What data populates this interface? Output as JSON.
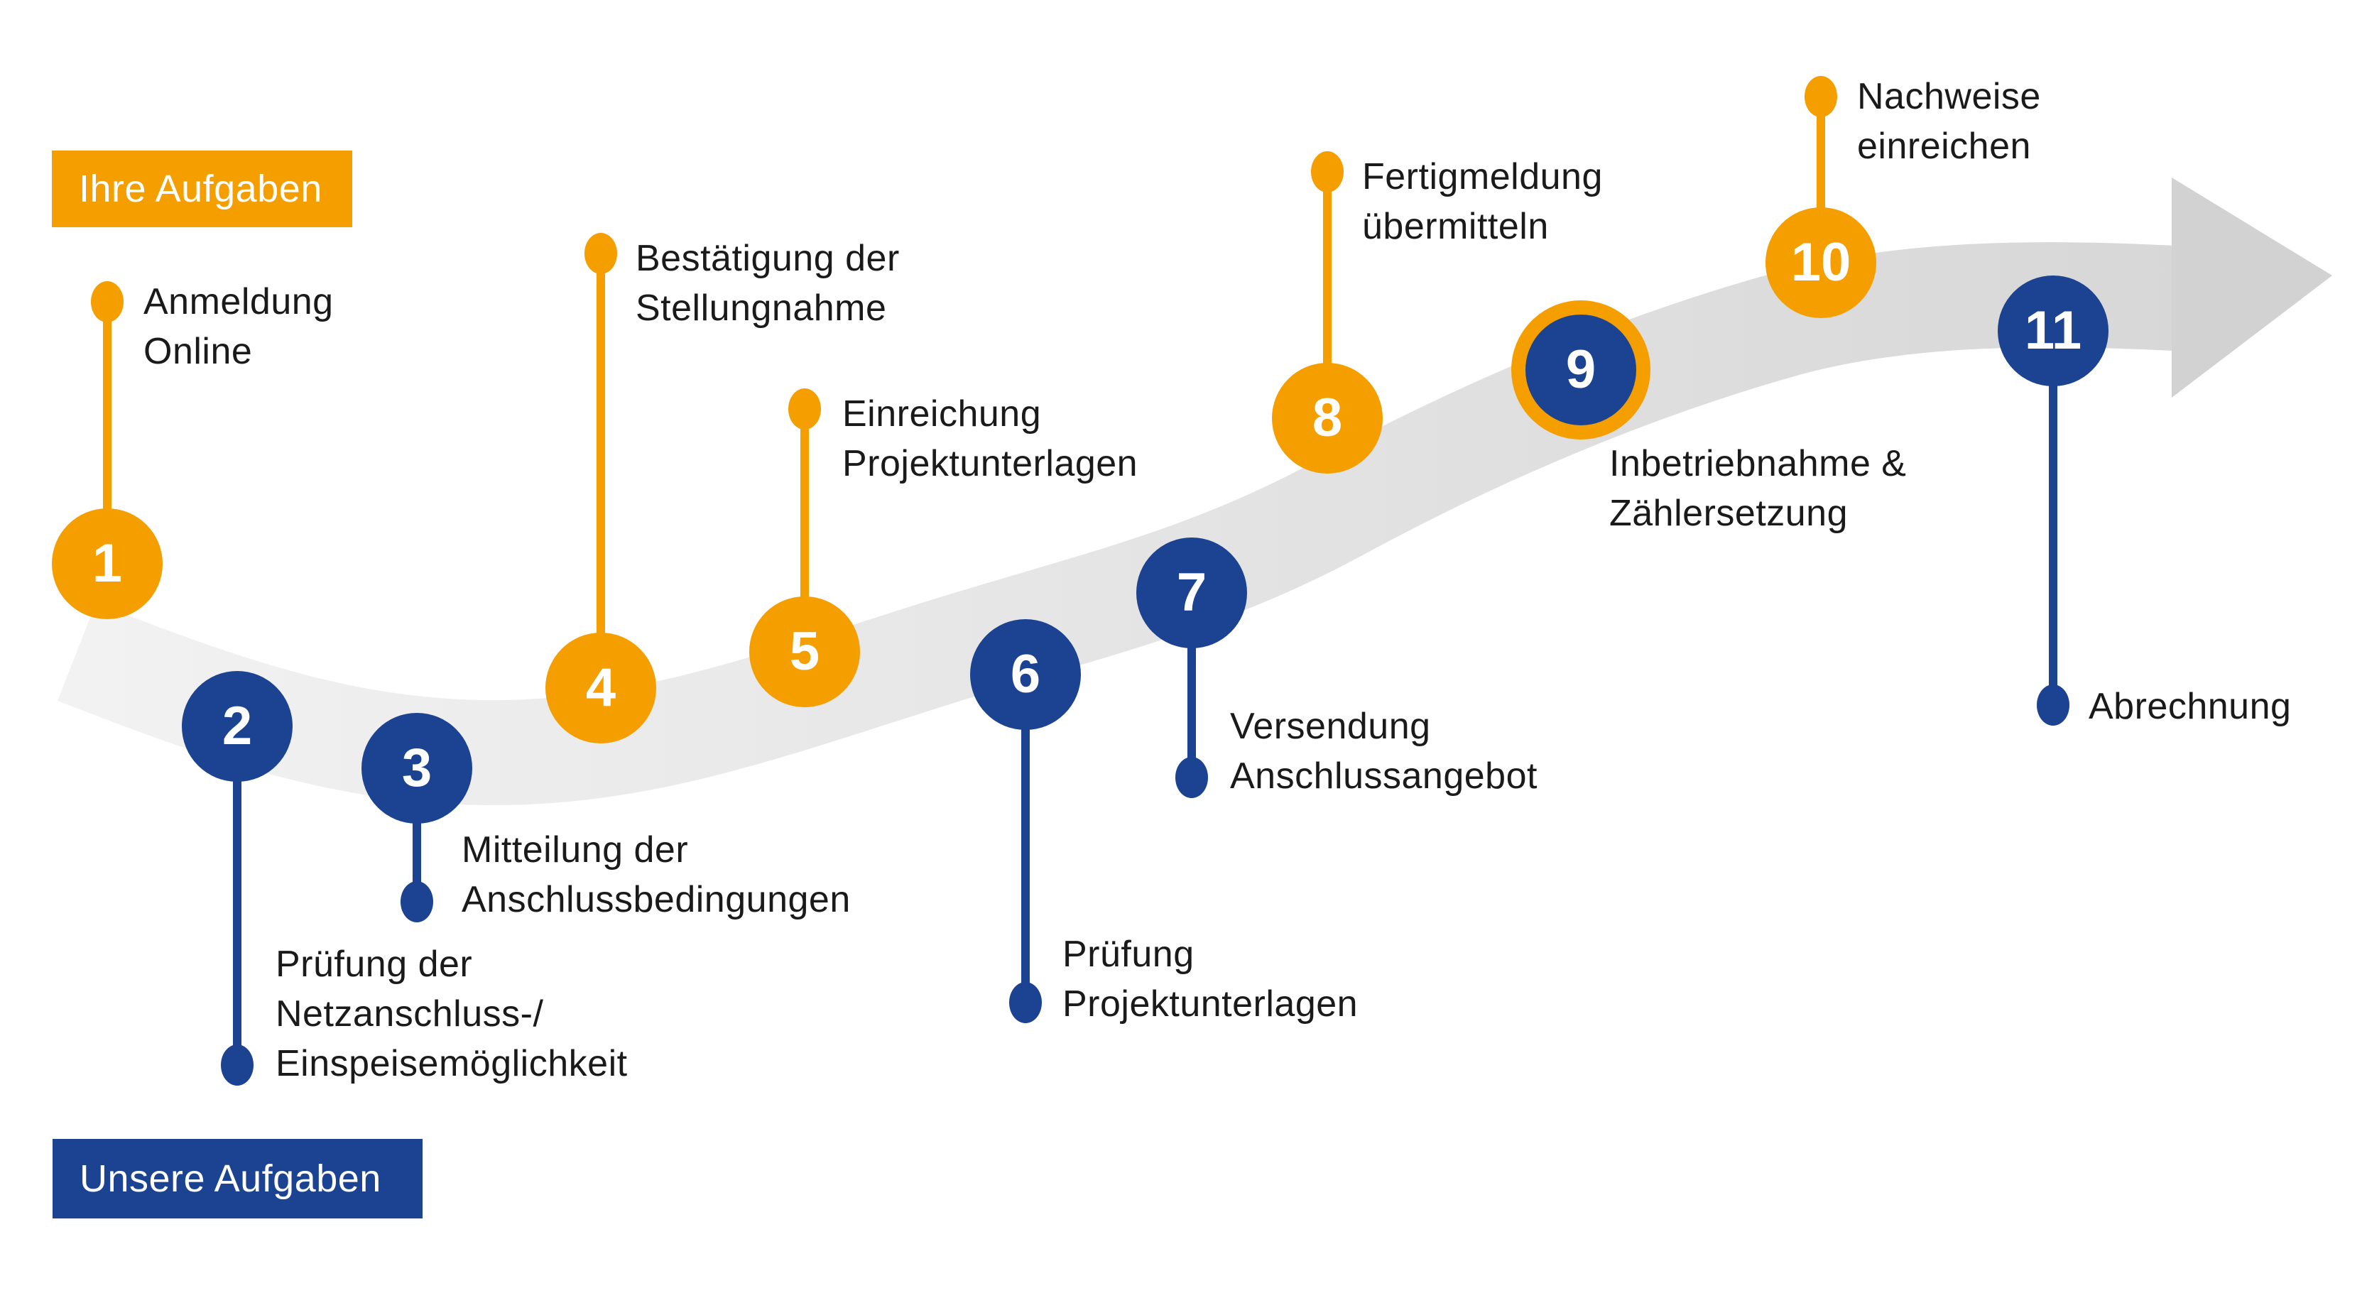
{
  "diagram_type": "process-timeline",
  "legend": {
    "ihre": "Ihre Aufgaben",
    "unsere": "Unsere Aufgaben"
  },
  "colors": {
    "orange": "#f49e00",
    "blue": "#1b4391",
    "band1": "#f2f2f2",
    "band2": "#d7d7d7",
    "arrow": "#d2d2d2",
    "text": "#1a1a1a",
    "number": "#ffffff",
    "bg": "#ffffff"
  },
  "steps": [
    {
      "number": "1",
      "owner": "Ihre Aufgaben",
      "lines": [
        "Anmeldung",
        "Online"
      ]
    },
    {
      "number": "2",
      "owner": "Unsere Aufgaben",
      "lines": [
        "Prüfung der",
        "Netzanschluss-/",
        "Einspeisemöglichkeit"
      ]
    },
    {
      "number": "3",
      "owner": "Unsere Aufgaben",
      "lines": [
        "Mitteilung der",
        "Anschlussbedingungen"
      ]
    },
    {
      "number": "4",
      "owner": "Ihre Aufgaben",
      "lines": [
        "Bestätigung der",
        "Stellungnahme"
      ]
    },
    {
      "number": "5",
      "owner": "Ihre Aufgaben",
      "lines": [
        "Einreichung",
        "Projektunterlagen"
      ]
    },
    {
      "number": "6",
      "owner": "Unsere Aufgaben",
      "lines": [
        "Prüfung",
        "Projektunterlagen"
      ]
    },
    {
      "number": "7",
      "owner": "Unsere Aufgaben",
      "lines": [
        "Versendung",
        "Anschlussangebot"
      ]
    },
    {
      "number": "8",
      "owner": "Ihre Aufgaben",
      "lines": [
        "Fertigmeldung",
        "übermitteln"
      ]
    },
    {
      "number": "9",
      "owner": "Unsere Aufgaben",
      "ring": true,
      "lines": [
        "Inbetriebnahme &",
        "Zählersetzung"
      ]
    },
    {
      "number": "10",
      "owner": "Ihre Aufgaben",
      "lines": [
        "Nachweise",
        "einreichen"
      ]
    },
    {
      "number": "11",
      "owner": "Unsere Aufgaben",
      "lines": [
        "Abrechnung"
      ]
    }
  ]
}
